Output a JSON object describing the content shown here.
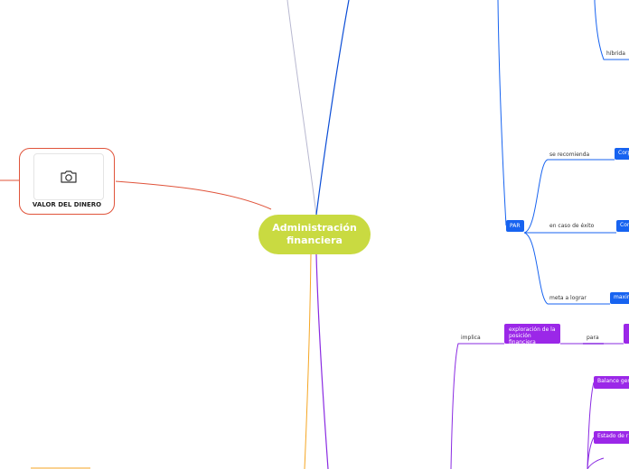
{
  "colors": {
    "central": "#c9da41",
    "blue": "#0b4dd6",
    "node_blue": "#1763f0",
    "purple": "#8a2be2",
    "node_purple": "#9b27e8",
    "red": "#e0533a",
    "orange": "#f5a623",
    "gray": "#b8b8d0"
  },
  "central": {
    "title": "Administración financiera"
  },
  "valor": {
    "label": "VALOR DEL DINERO",
    "icon": "camera-icon"
  },
  "par": {
    "label": "PAR",
    "branches": [
      {
        "connector": "se recomienda",
        "node": "Corp"
      },
      {
        "connector": "en caso de éxito",
        "node": "Con"
      },
      {
        "connector": "meta a lograr",
        "node": "maxim"
      }
    ]
  },
  "hibrida": {
    "label": "híbrida"
  },
  "implica": {
    "connector": "implica",
    "node": "exploración de la posición financiera",
    "para": "para"
  },
  "statements": [
    {
      "label": "Balance gen"
    },
    {
      "label": "Estado de r"
    }
  ]
}
